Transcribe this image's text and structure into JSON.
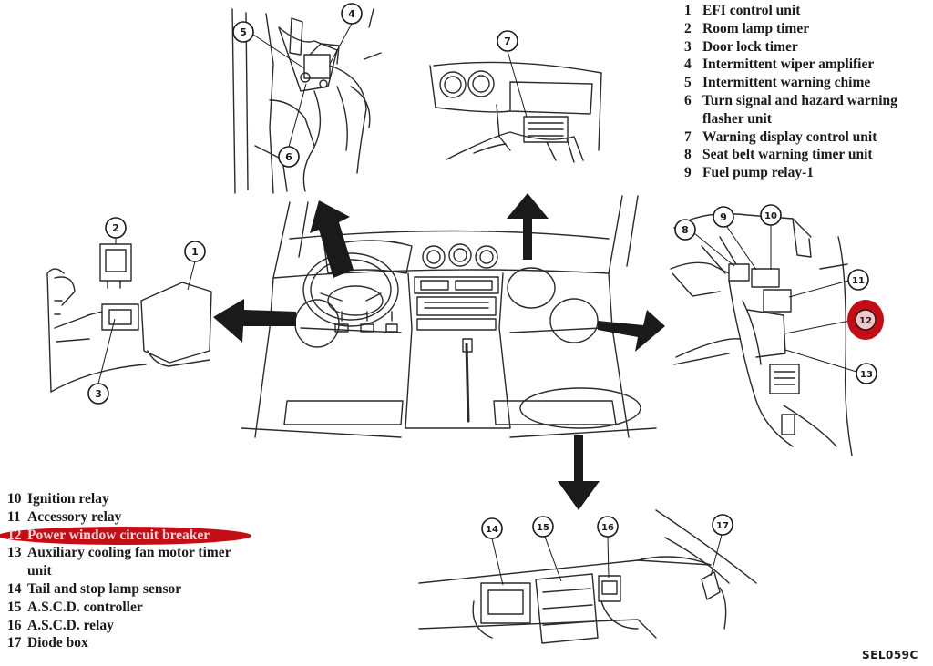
{
  "legend_top_right": [
    {
      "num": "1",
      "text": "EFI control unit"
    },
    {
      "num": "2",
      "text": "Room lamp timer"
    },
    {
      "num": "3",
      "text": "Door lock timer"
    },
    {
      "num": "4",
      "text": "Intermittent wiper amplifier"
    },
    {
      "num": "5",
      "text": "Intermittent warning chime"
    },
    {
      "num": "6",
      "text": "Turn signal and hazard warning",
      "cont": "flasher unit"
    },
    {
      "num": "7",
      "text": "Warning display control unit"
    },
    {
      "num": "8",
      "text": "Seat belt warning timer unit"
    },
    {
      "num": "9",
      "text": "Fuel pump relay-1"
    }
  ],
  "legend_bottom_left": [
    {
      "num": "10",
      "text": "Ignition relay"
    },
    {
      "num": "11",
      "text": "Accessory relay"
    },
    {
      "num": "12",
      "text": "Power window circuit breaker",
      "highlighted": true
    },
    {
      "num": "13",
      "text": "Auxiliary cooling fan motor timer",
      "cont": "unit"
    },
    {
      "num": "14",
      "text": "Tail and stop lamp sensor"
    },
    {
      "num": "15",
      "text": "A.S.C.D. controller"
    },
    {
      "num": "16",
      "text": "A.S.C.D. relay"
    },
    {
      "num": "17",
      "text": "Diode box"
    }
  ],
  "callouts": [
    "1",
    "2",
    "3",
    "4",
    "5",
    "6",
    "7",
    "8",
    "9",
    "10",
    "11",
    "12",
    "13",
    "14",
    "15",
    "16",
    "17"
  ],
  "figure_code": "SEL059C",
  "colors": {
    "ink": "#1a1a1a",
    "highlight": "#c40d14"
  }
}
